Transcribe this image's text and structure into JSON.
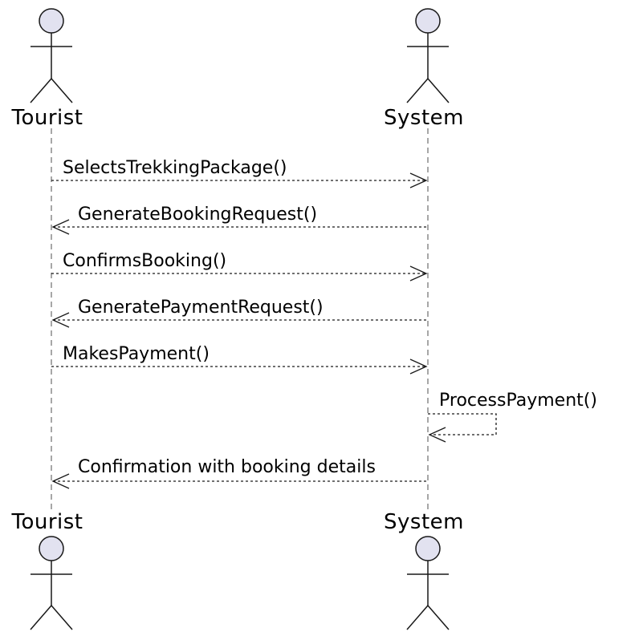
{
  "participants": [
    {
      "name": "Tourist"
    },
    {
      "name": "System"
    }
  ],
  "messages": [
    {
      "label": "SelectsTrekkingPackage()",
      "from": "Tourist",
      "to": "System"
    },
    {
      "label": "GenerateBookingRequest()",
      "from": "System",
      "to": "Tourist"
    },
    {
      "label": "ConfirmsBooking()",
      "from": "Tourist",
      "to": "System"
    },
    {
      "label": "GeneratePaymentRequest()",
      "from": "System",
      "to": "Tourist"
    },
    {
      "label": "MakesPayment()",
      "from": "Tourist",
      "to": "System"
    },
    {
      "label": "ProcessPayment()",
      "from": "System",
      "to": "System"
    },
    {
      "label": "Confirmation with booking details",
      "from": "System",
      "to": "Tourist"
    }
  ],
  "colors": {
    "actor_fill": "#E2E2F0",
    "actor_stroke": "#181818",
    "lifeline": "#8a8a8a",
    "message_line": "#1a1a1a"
  }
}
